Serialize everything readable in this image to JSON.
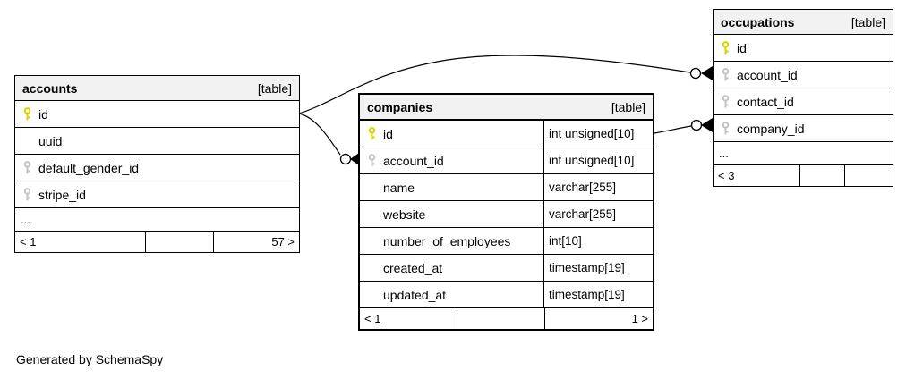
{
  "credit": "Generated by SchemaSpy",
  "colors": {
    "primary_key_icon": "#d4d400",
    "foreign_key_icon": "#c3c3c3",
    "table_header_bg": "#f2f2f2",
    "border": "#000000",
    "background": "#ffffff"
  },
  "tables": {
    "accounts": {
      "name": "accounts",
      "badge": "[table]",
      "fields": [
        {
          "name": "id",
          "key": "primary"
        },
        {
          "name": "uuid",
          "key": "none"
        },
        {
          "name": "default_gender_id",
          "key": "foreign"
        },
        {
          "name": "stripe_id",
          "key": "foreign"
        }
      ],
      "ellipsis": "...",
      "footer": {
        "left": "< 1",
        "mid": "",
        "right": "57 >"
      }
    },
    "companies": {
      "name": "companies",
      "badge": "[table]",
      "fields": [
        {
          "name": "id",
          "type": "int unsigned[10]",
          "key": "primary"
        },
        {
          "name": "account_id",
          "type": "int unsigned[10]",
          "key": "foreign"
        },
        {
          "name": "name",
          "type": "varchar[255]",
          "key": "none"
        },
        {
          "name": "website",
          "type": "varchar[255]",
          "key": "none"
        },
        {
          "name": "number_of_employees",
          "type": "int[10]",
          "key": "none"
        },
        {
          "name": "created_at",
          "type": "timestamp[19]",
          "key": "none"
        },
        {
          "name": "updated_at",
          "type": "timestamp[19]",
          "key": "none"
        }
      ],
      "footer": {
        "left": "< 1",
        "mid": "",
        "right": "1 >"
      }
    },
    "occupations": {
      "name": "occupations",
      "badge": "[table]",
      "fields": [
        {
          "name": "id",
          "key": "primary"
        },
        {
          "name": "account_id",
          "key": "foreign"
        },
        {
          "name": "contact_id",
          "key": "foreign"
        },
        {
          "name": "company_id",
          "key": "foreign"
        }
      ],
      "ellipsis": "...",
      "footer": {
        "left": "< 3",
        "mid": "",
        "right": ""
      }
    }
  },
  "relationships": [
    {
      "from": "accounts.id",
      "to": "occupations.account_id",
      "to_marker": "zero-or-many"
    },
    {
      "from": "accounts.id",
      "to": "companies.account_id",
      "to_marker": "zero-or-many"
    },
    {
      "from": "companies.id",
      "to": "occupations.company_id",
      "to_marker": "zero-or-many"
    }
  ]
}
